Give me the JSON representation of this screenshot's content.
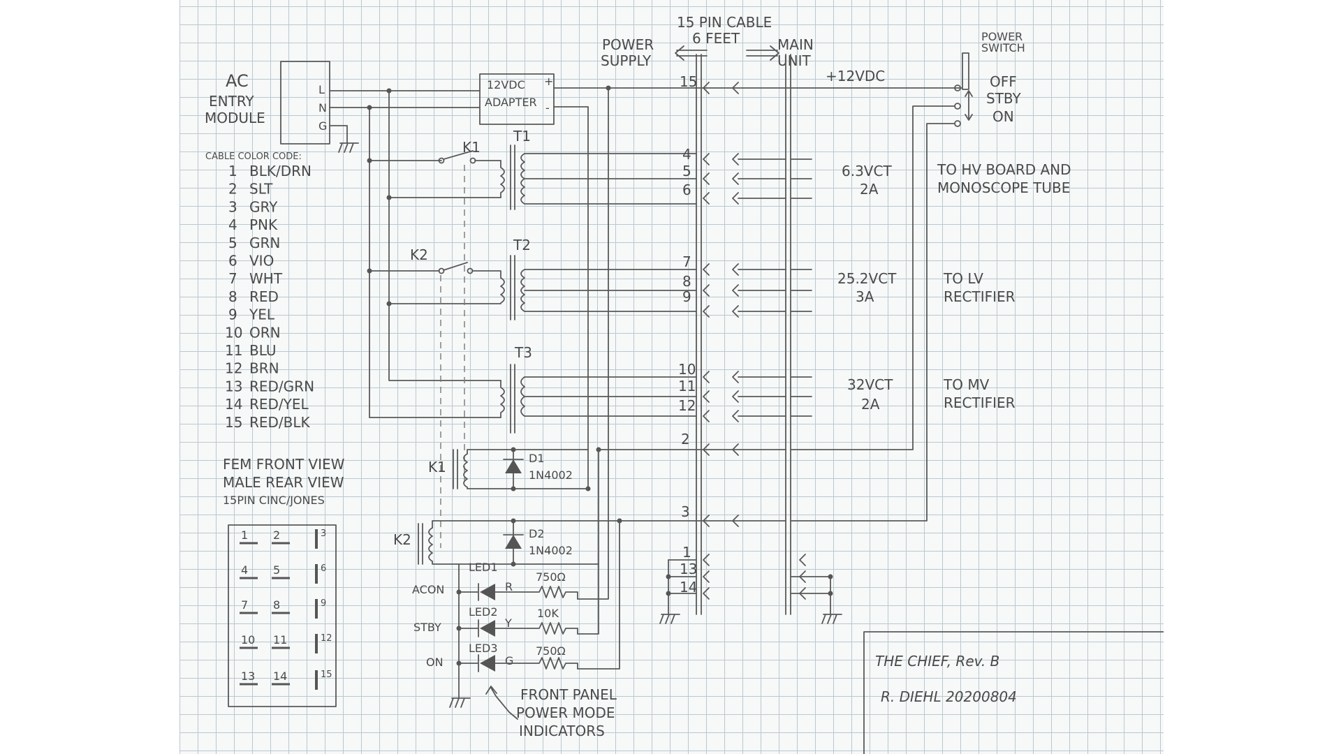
{
  "header": {
    "cable_title": "15 PIN CABLE",
    "cable_length": "6 FEET",
    "power_supply_lines": [
      "POWER",
      "SUPPLY"
    ],
    "main_unit_lines": [
      "MAIN",
      "UNIT"
    ],
    "power_switch_lines": [
      "POWER",
      "SWITCH"
    ]
  },
  "ac_entry": {
    "title_lines": [
      "AC",
      "ENTRY",
      "MODULE"
    ],
    "pins": [
      "L",
      "N",
      "G"
    ]
  },
  "adapter": {
    "lines": [
      "12VDC",
      "ADAPTER"
    ],
    "plus": "+",
    "minus": "-"
  },
  "rail_label": "+12VDC",
  "switch": {
    "positions": [
      "OFF",
      "STBY",
      "ON"
    ]
  },
  "relays": {
    "k1": "K1",
    "k2": "K2"
  },
  "transformers": [
    {
      "name": "T1",
      "pins": [
        "4",
        "5",
        "6"
      ],
      "rating": [
        "6.3VCT",
        "2A"
      ],
      "dest": [
        "TO HV BOARD AND",
        "MONOSCOPE TUBE"
      ]
    },
    {
      "name": "T2",
      "pins": [
        "7",
        "8",
        "9"
      ],
      "rating": [
        "25.2VCT",
        "3A"
      ],
      "dest": [
        "TO LV",
        "RECTIFIER"
      ]
    },
    {
      "name": "T3",
      "pins": [
        "10",
        "11",
        "12"
      ],
      "rating": [
        "32VCT",
        "2A"
      ],
      "dest": [
        "TO MV",
        "RECTIFIER"
      ]
    }
  ],
  "single_pins": {
    "p15": "15",
    "p2": "2",
    "p3": "3",
    "ground_pins": [
      "1",
      "13",
      "14"
    ]
  },
  "color_code": {
    "title": "CABLE COLOR CODE:",
    "entries": [
      {
        "n": "1",
        "c": "BLK/DRN"
      },
      {
        "n": "2",
        "c": "SLT"
      },
      {
        "n": "3",
        "c": "GRY"
      },
      {
        "n": "4",
        "c": "PNK"
      },
      {
        "n": "5",
        "c": "GRN"
      },
      {
        "n": "6",
        "c": "VIO"
      },
      {
        "n": "7",
        "c": "WHT"
      },
      {
        "n": "8",
        "c": "RED"
      },
      {
        "n": "9",
        "c": "YEL"
      },
      {
        "n": "10",
        "c": "ORN"
      },
      {
        "n": "11",
        "c": "BLU"
      },
      {
        "n": "12",
        "c": "BRN"
      },
      {
        "n": "13",
        "c": "RED/GRN"
      },
      {
        "n": "14",
        "c": "RED/YEL"
      },
      {
        "n": "15",
        "c": "RED/BLK"
      }
    ]
  },
  "connector": {
    "lines": [
      "FEM FRONT VIEW",
      "MALE REAR VIEW",
      "15PIN CINC/JONES"
    ],
    "pins": [
      "1",
      "2",
      "3",
      "4",
      "5",
      "6",
      "7",
      "8",
      "9",
      "10",
      "11",
      "12",
      "13",
      "14",
      "15"
    ]
  },
  "diodes": [
    {
      "name": "D1",
      "part": "1N4002"
    },
    {
      "name": "D2",
      "part": "1N4002"
    }
  ],
  "leds": [
    {
      "name": "LED1",
      "mode": "ACON",
      "color": "R",
      "res": "750Ω"
    },
    {
      "name": "LED2",
      "mode": "STBY",
      "color": "Y",
      "res": "10K"
    },
    {
      "name": "LED3",
      "mode": "ON",
      "color": "G",
      "res": "750Ω"
    }
  ],
  "indicators_note": [
    "FRONT PANEL",
    "POWER MODE",
    "INDICATORS"
  ],
  "title_block": {
    "title": "THE CHIEF, Rev. B",
    "author": "R. DIEHL  20200804"
  }
}
